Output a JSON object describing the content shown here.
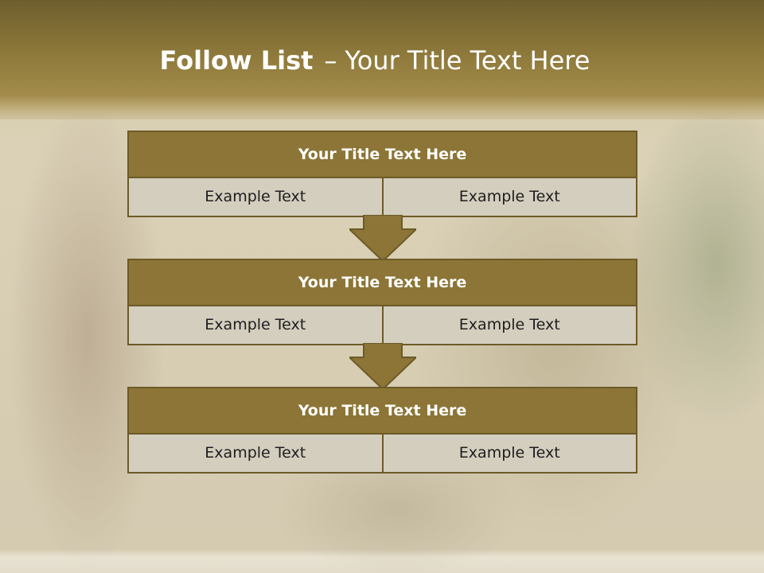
{
  "slide": {
    "title_bold": "Follow List",
    "title_separator": "–",
    "title_rest": "Your Title Text Here"
  },
  "steps": [
    {
      "title": "Your Title Text Here",
      "left": "Example Text",
      "right": "Example Text"
    },
    {
      "title": "Your Title Text Here",
      "left": "Example Text",
      "right": "Example Text"
    },
    {
      "title": "Your Title Text Here",
      "left": "Example Text",
      "right": "Example Text"
    }
  ],
  "colors": {
    "header_bar": "#8c7536",
    "border": "#6c5b28",
    "cell_fill": "#d4cebf",
    "title_text": "#ffffff"
  },
  "icons": [
    "down-arrow-icon",
    "down-arrow-icon"
  ]
}
